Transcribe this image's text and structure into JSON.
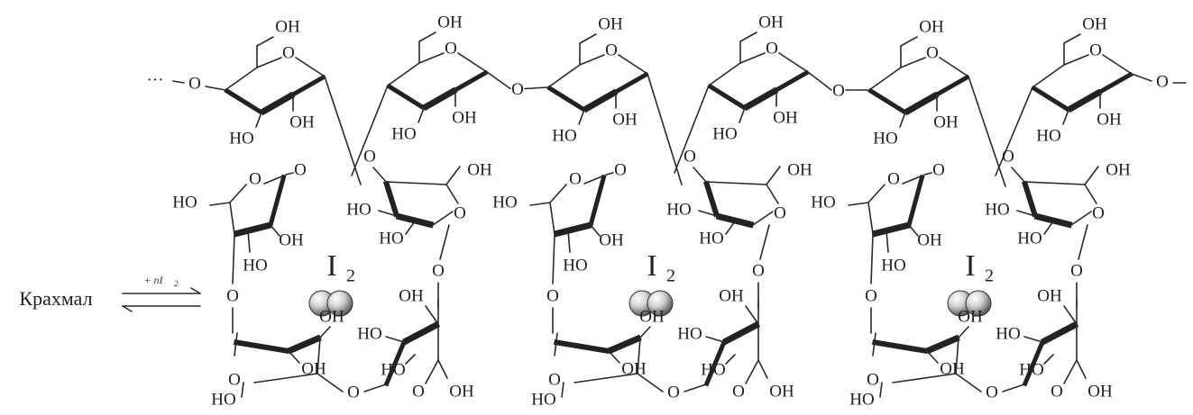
{
  "labels": {
    "oh": "OH",
    "ho": "HO",
    "o": "O",
    "ellipsis_left": "···",
    "ellipsis_right": "···",
    "iodine_symbol": "I",
    "iodine_subscript": "2",
    "reactant": "Крахмал",
    "arrow_label": "+ nI",
    "arrow_label_subscript": "2"
  },
  "molecule": {
    "top_chain_units": 6,
    "helix_turns": 3,
    "iodine_molecules": 3
  },
  "colors": {
    "ink": "#222222",
    "iodine_sphere": "#9a9a9a"
  }
}
